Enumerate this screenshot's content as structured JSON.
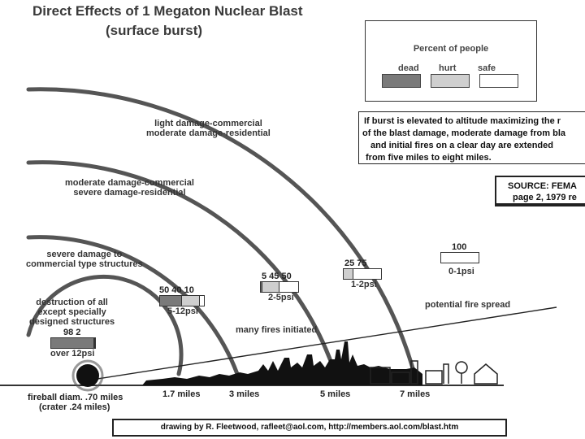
{
  "title": "Direct Effects of 1 Megaton Nuclear Blast",
  "subtitle": "(surface burst)",
  "legend": {
    "heading": "Percent of people",
    "items": [
      {
        "label": "dead",
        "color": "#7a7a7a"
      },
      {
        "label": "hurt",
        "color": "#cfcfcf"
      },
      {
        "label": "safe",
        "color": "#ffffff"
      }
    ]
  },
  "note": {
    "lines": [
      "If burst is elevated to altitude maximizing the r",
      "of the blast damage, moderate damage from bla",
      "and initial fires on a clear day are extended",
      "from five miles to eight miles."
    ]
  },
  "source": {
    "lines": [
      "SOURCE: FEMA",
      "page 2, 1979 re"
    ]
  },
  "zones": [
    {
      "label_lines": [
        "destruction of all",
        "except specially",
        "designed structures"
      ],
      "numbers": "98   2",
      "psi": "over 12psi",
      "dead": 98,
      "hurt": 2,
      "safe": 0
    },
    {
      "label_lines": [
        "severe damage to",
        "commercial type structures"
      ],
      "numbers": "50  40  10",
      "psi": "5-12psi",
      "dead": 50,
      "hurt": 40,
      "safe": 10
    },
    {
      "label_lines": [
        "moderate damage-commercial",
        "severe damage-residential"
      ],
      "numbers": "5  45   50",
      "psi": "2-5psi",
      "dead": 5,
      "hurt": 45,
      "safe": 50
    },
    {
      "label_lines": [
        "light damage-commercial",
        "moderate damage-residential"
      ],
      "numbers": "25  75",
      "psi": "1-2psi",
      "dead": 0,
      "hurt": 25,
      "safe": 75
    },
    {
      "label_lines": [],
      "numbers": "100",
      "psi": "0-1psi",
      "dead": 0,
      "hurt": 0,
      "safe": 100
    }
  ],
  "annotations": {
    "fires": "many fires initiated",
    "spread": "potential fire spread"
  },
  "distances": {
    "fireball_line1": "fireball diam. .70 miles",
    "fireball_line2": "(crater .24 miles)",
    "d1": "1.7 miles",
    "d2": "3 miles",
    "d3": "5 miles",
    "d4": "7 miles"
  },
  "footer": "drawing by R. Fleetwood, rafleet@aol.com, http://members.aol.com/blast.htm"
}
